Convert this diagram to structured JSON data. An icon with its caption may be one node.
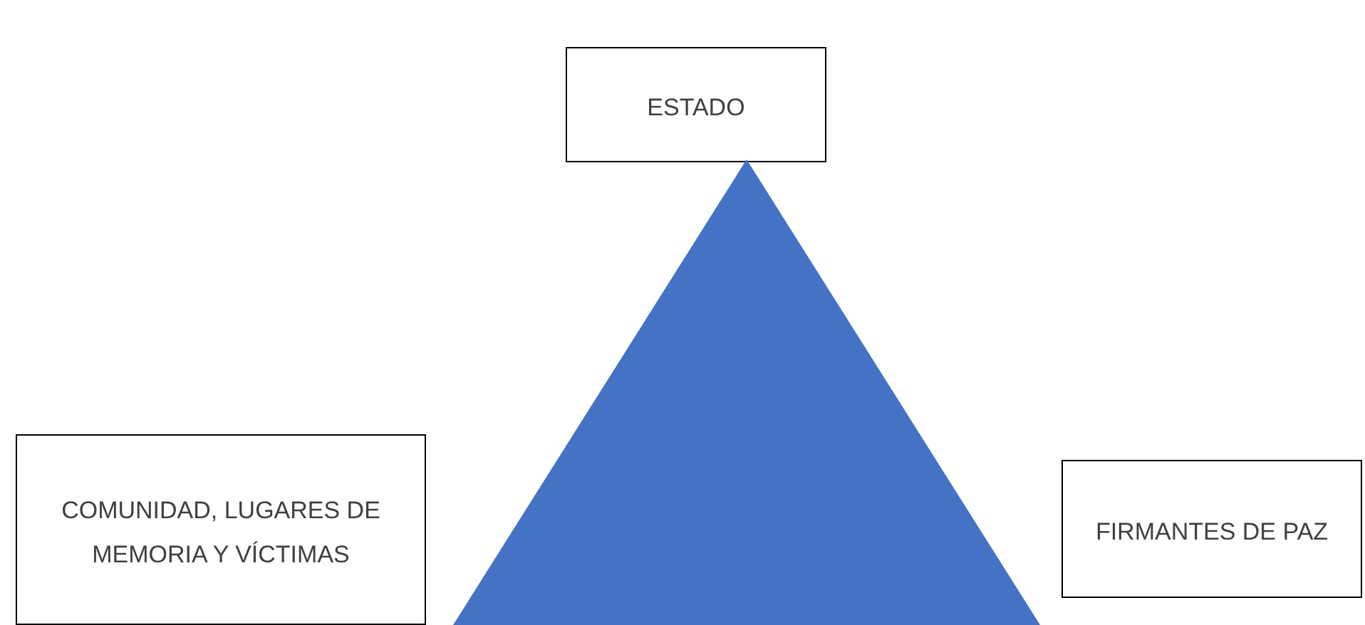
{
  "diagram": {
    "nodes": [
      {
        "text": [
          "ESTADO"
        ]
      },
      {
        "text": [],
        "shape": "triangle"
      },
      {
        "text": [
          "COMUNIDAD, LUGARES DE MEMORIA Y VÍCTIMAS"
        ]
      },
      {
        "text": [
          "FIRMANTES DE PAZ"
        ]
      }
    ]
  }
}
